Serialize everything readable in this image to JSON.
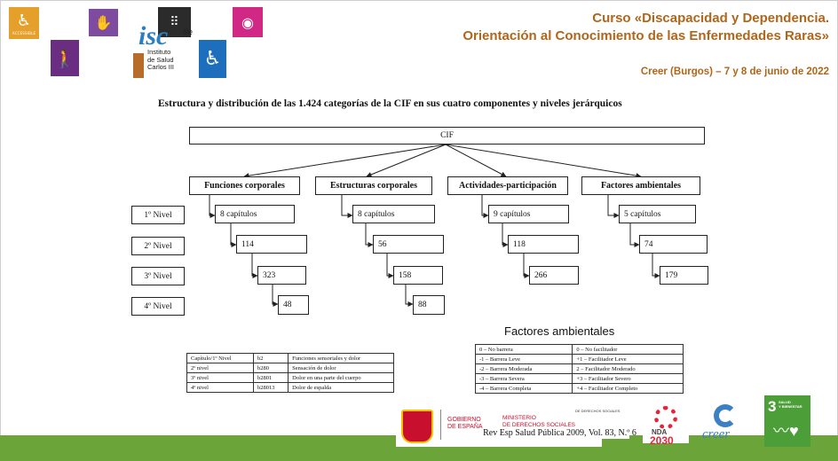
{
  "header": {
    "title_line1": "Curso «Discapacidad y Dependencia.",
    "title_line2": "Orientación al Conocimiento de las Enfermedades Raras»",
    "location_date": "Creer (Burgos) – 7 y 8 de junio de 2022"
  },
  "icons": {
    "accessible_label": "ACCESSIBLE",
    "braille_label": "ille",
    "isc_lines": [
      "Instituto",
      "de Salud",
      "Carlos III"
    ]
  },
  "diagram": {
    "heading": "Estructura y distribución de las 1.424 categorías de la CIF en sus cuatro componentes y niveles jerárquicos",
    "root": "CIF",
    "level_labels": [
      "1º Nivel",
      "2º Nivel",
      "3º Nivel",
      "4º Nivel"
    ],
    "components": [
      {
        "name": "Funciones corporales",
        "levels": [
          "8 capítulos",
          "114",
          "323",
          "48"
        ]
      },
      {
        "name": "Estructuras corporales",
        "levels": [
          "8 capítulos",
          "56",
          "158",
          "88"
        ]
      },
      {
        "name": "Actividades-participación",
        "levels": [
          "9 capítulos",
          "118",
          "266"
        ]
      },
      {
        "name": "Factores ambientales",
        "levels": [
          "5 capítulos",
          "74",
          "179"
        ]
      }
    ]
  },
  "example_table": {
    "rows": [
      [
        "Capítulo/1º Nivel",
        "b2",
        "Funciones sensoriales y dolor"
      ],
      [
        "2º nivel",
        "b280",
        "Sensación de dolor"
      ],
      [
        "3º nivel",
        "b2801",
        "Dolor en una parte del cuerpo"
      ],
      [
        "4º nivel",
        "b28013",
        "Dolor de espalda"
      ]
    ]
  },
  "factores": {
    "title": "Factores ambientales",
    "rows": [
      [
        "0 – No barrera",
        "0 – No facilitador"
      ],
      [
        "-1 – Barrera Leve",
        "+1 – Facilitador Leve"
      ],
      [
        "-2 – Barrera Moderada",
        "2 – Facilitador Moderado"
      ],
      [
        "-3 – Barrera Severa",
        "+3 – Facilitador Severo"
      ],
      [
        "-4 – Barrera Completa",
        "+4 – Facilitador Completo"
      ]
    ]
  },
  "citation": "Rev Esp Salud Pública 2009, Vol. 83, N.º 6",
  "footer": {
    "gov_line1": "GOBIERNO",
    "gov_line2": "DE ESPAÑA",
    "ministry_line1": "MINISTERIO",
    "ministry_line2": "DE DERECHOS SOCIALES",
    "ministry_small": "DE DERECHOS SOCIALES",
    "agenda_word": "NDA",
    "agenda_year": "2030",
    "creer": "creer",
    "sdg_number": "3",
    "sdg_label_line1": "SALUD",
    "sdg_label_line2": "Y BIENESTAR"
  },
  "colors": {
    "title": "#b0661a",
    "green_bar": "#6ba539",
    "sdg3": "#4c9f38"
  }
}
